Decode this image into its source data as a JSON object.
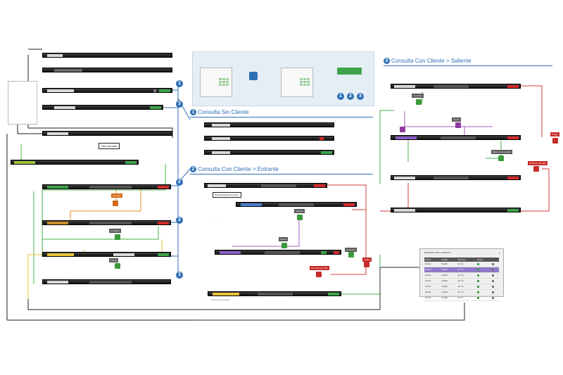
{
  "sections": {
    "s1": {
      "num": "1",
      "title": "Consulta Sin Cliente"
    },
    "s2": {
      "num": "2",
      "title": "Consulta Con Cliente > Entrante"
    },
    "s3": {
      "num": "3",
      "title": "Consulta Con Cliente > Saliente"
    }
  },
  "badges": [
    "1",
    "2",
    "3"
  ],
  "intro": {
    "b1": "1",
    "b2": "2",
    "b3": "3"
  },
  "flow": {
    "otro_formato": "Otro formato",
    "entra_llamada": "Entra llamada al formato",
    "clientes": "Clientes",
    "llamada": "Llamada",
    "consultar": "Consultar",
    "llamar": "Llamar",
    "colgar": "Colgar",
    "terminar_consulta": "Terminar consulta",
    "tiempo_consulta": "Tiempo de consulta",
    "volver_consulta": "Volver a la consulta"
  },
  "dialog": {
    "title": "REFERIDO DE LLAMADAS",
    "close": "×",
    "columns": [
      "Nombre",
      "Apellido",
      "Extensión",
      "Estado",
      ""
    ],
    "rows": [
      [
        "Nombre",
        "Apellido",
        "Ext. 01"
      ],
      [
        "Nombre",
        "Apellido",
        "Ext. 02"
      ],
      [
        "Nombre",
        "Apellido",
        "Ext. 03"
      ],
      [
        "Nombre",
        "Apellido",
        "Ext. 04"
      ],
      [
        "Nombre",
        "Apellido",
        "Ext. 05"
      ],
      [
        "Nombre",
        "Apellido",
        "Ext. 06"
      ],
      [
        "Nombre",
        "Apellido",
        "Ext. 07"
      ]
    ]
  },
  "colors": {
    "call_green": "#3da34a",
    "hangup_red": "#d42a2a",
    "section_blue": "#2f6fb6",
    "panel_bg": "#e6eef5"
  }
}
